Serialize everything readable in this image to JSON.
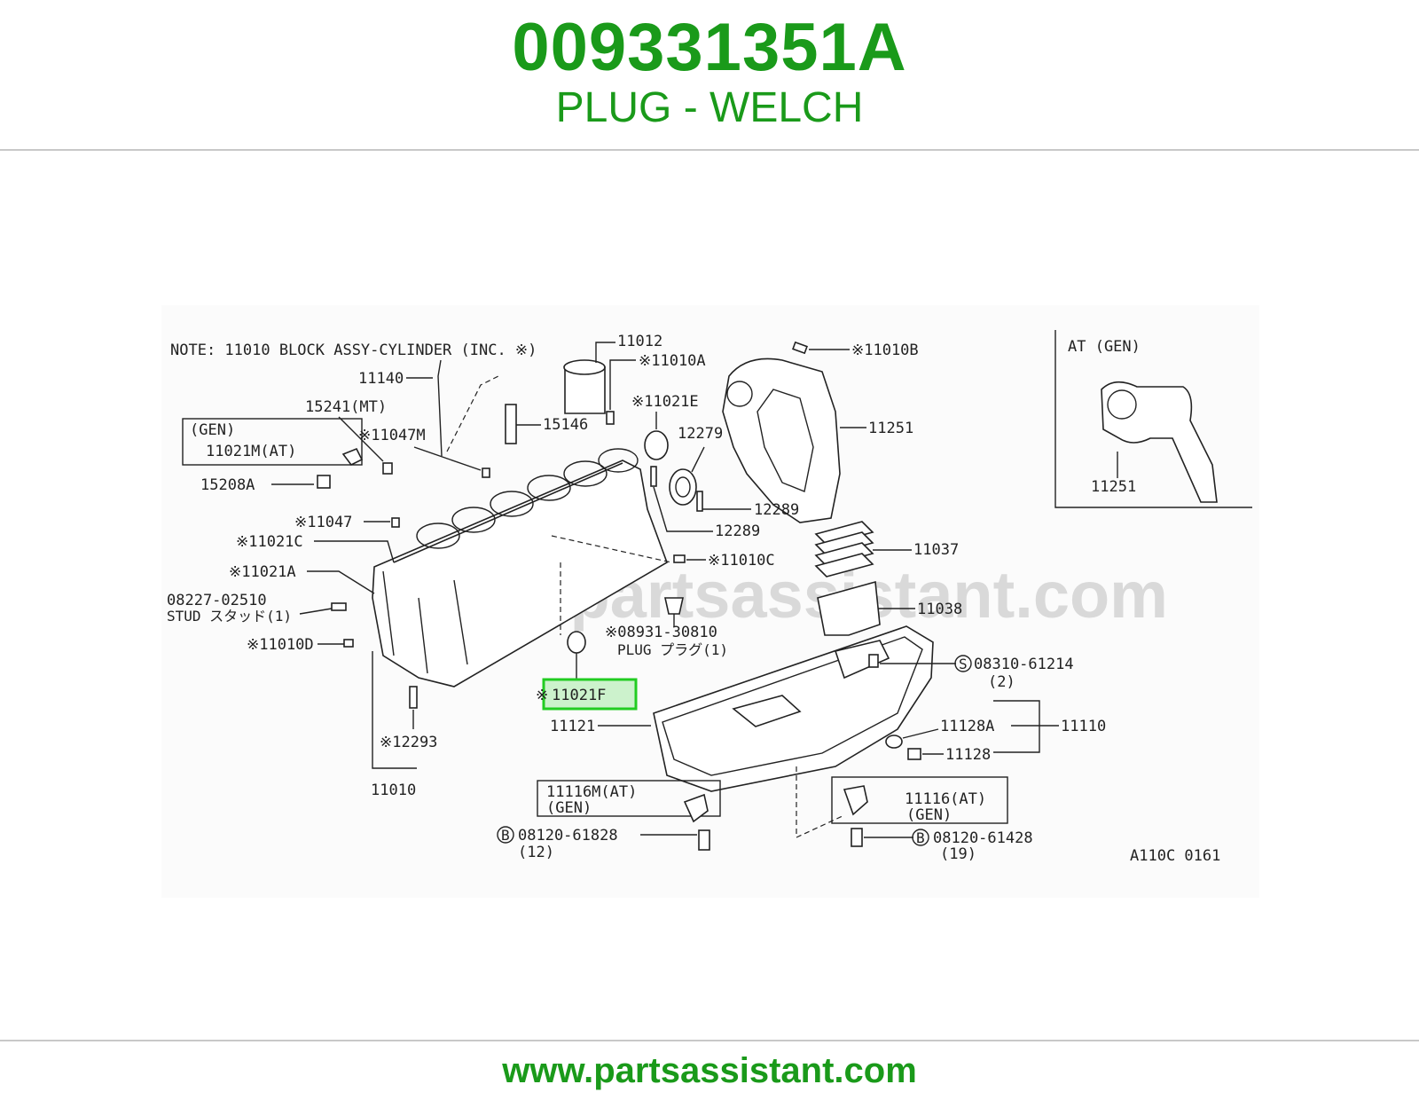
{
  "header": {
    "part_number": "009331351A",
    "part_name": "PLUG - WELCH"
  },
  "footer": {
    "url": "www.partsassistant.com"
  },
  "diagram": {
    "watermark": "www.partsassistant.com",
    "note": "NOTE: 11010 BLOCK ASSY-CYLINDER (INC. ※)",
    "inset_title": "AT (GEN)",
    "figure_code": "A110C 0161",
    "highlight_label": "11021F",
    "highlight_color": "#22cc22",
    "labels": {
      "l11012": "11012",
      "l11010A": "※11010A",
      "l11010B": "※11010B",
      "l11140": "11140",
      "l15241": "15241(MT)",
      "l15146": "15146",
      "l11021E": "※11021E",
      "l12279": "12279",
      "l11251": "11251",
      "l11251b": "11251",
      "lgen1": "(GEN)",
      "l11021M": "11021M(AT)",
      "l11047M": "※11047M",
      "l15208A": "15208A",
      "l12289a": "12289",
      "l12289b": "12289",
      "l11047": "※11047",
      "l11021C": "※11021C",
      "l11010C": "※11010C",
      "l11037": "11037",
      "l11021A": "※11021A",
      "l08227": "08227-02510",
      "lstud": "STUD スタッド(1)",
      "l11038": "11038",
      "l08931": "※08931-30810",
      "lplug": "PLUG プラグ(1)",
      "l11010D": "※11010D",
      "l08310": "08310-61214",
      "l08310q": "(2)",
      "l11121": "11121",
      "l11128A": "11128A",
      "l11110": "11110",
      "l12293": "※12293",
      "l11128": "11128",
      "l11010": "11010",
      "l11116M": "11116M(AT)",
      "lgen2": "(GEN)",
      "l11116": "11116(AT)",
      "lgen3": "(GEN)",
      "l08120a": "08120-61828",
      "l08120aq": "(12)",
      "l08120b": "08120-61428",
      "l08120bq": "(19)"
    }
  }
}
